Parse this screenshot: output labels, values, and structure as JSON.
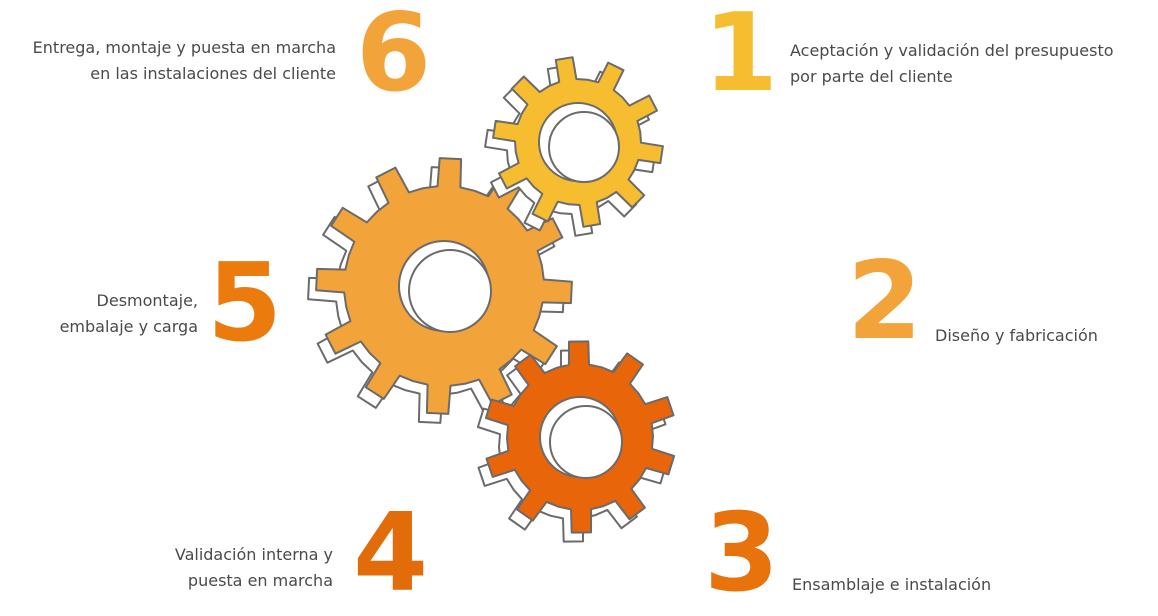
{
  "steps": [
    {
      "number": "1",
      "label_lines": [
        "Aceptación y validación del presupuesto",
        "por parte del cliente"
      ],
      "color": "#F6BD30"
    },
    {
      "number": "2",
      "label_lines": [
        "Diseño y fabricación"
      ],
      "color": "#F2A33A"
    },
    {
      "number": "3",
      "label_lines": [
        "Ensamblaje e instalación"
      ],
      "color": "#E8730D"
    },
    {
      "number": "4",
      "label_lines": [
        "Validación interna y",
        "puesta en marcha"
      ],
      "color": "#E36C0A"
    },
    {
      "number": "5",
      "label_lines": [
        "Desmontaje,",
        "embalaje y carga"
      ],
      "color": "#EC7B0E"
    },
    {
      "number": "6",
      "label_lines": [
        "Entrega, montaje y puesta en marcha",
        "en las instalaciones del cliente"
      ],
      "color": "#F2A33A"
    }
  ],
  "gears": [
    {
      "name": "small-yellow-gear",
      "color": "#F6BD30"
    },
    {
      "name": "large-orange-gear",
      "color": "#F2A33A"
    },
    {
      "name": "dark-orange-gear",
      "color": "#E8650A"
    }
  ],
  "outline_color": "#6b6b6b",
  "text_color": "#4a4a4a"
}
